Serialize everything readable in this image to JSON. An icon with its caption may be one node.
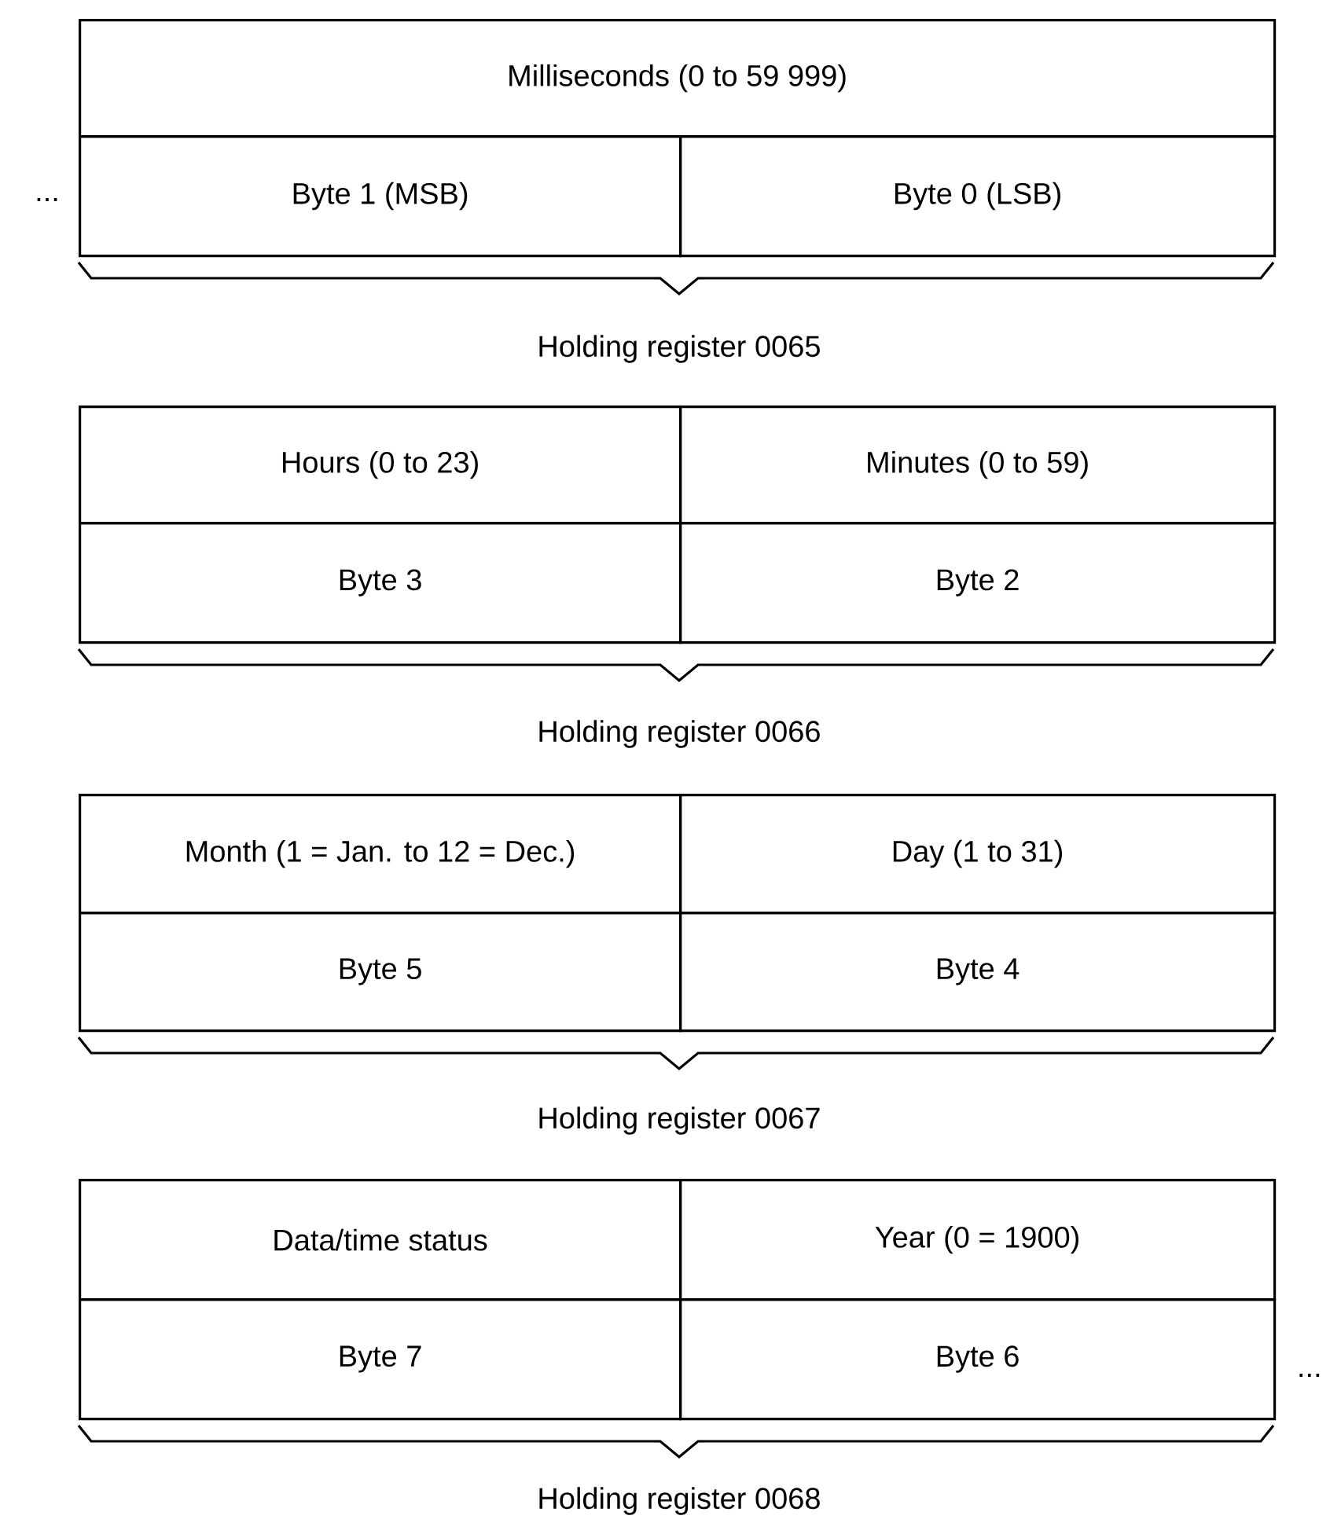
{
  "diagram": {
    "nodes": [
      {
        "text": [
          "Milliseconds (0 to 59 999)"
        ]
      },
      {
        "text": [
          "Byte 1 (MSB)"
        ]
      },
      {
        "text": [
          "Byte 0 (LSB)"
        ]
      },
      {
        "text": [
          "Hours (0 to 23)"
        ]
      },
      {
        "text": [
          "Minutes (0 to 59)"
        ]
      },
      {
        "text": [
          "Byte 3"
        ]
      },
      {
        "text": [
          "Byte 2"
        ]
      },
      {
        "text": [
          "Month (1 = Jan. to 12 = Dec.)"
        ]
      },
      {
        "text": [
          "Day (1 to 31)"
        ]
      },
      {
        "text": [
          "Byte 5"
        ]
      },
      {
        "text": [
          "Byte 4"
        ]
      },
      {
        "text": [
          "Data/time status"
        ]
      },
      {
        "text": [
          "Year (0 = 1900)"
        ]
      },
      {
        "text": [
          "Byte 7"
        ]
      },
      {
        "text": [
          "Byte 6"
        ]
      }
    ],
    "labels": [
      "...",
      "Holding register 0065",
      "Holding register 0066",
      "Holding register 0067",
      "...",
      "Holding register 0068"
    ]
  }
}
